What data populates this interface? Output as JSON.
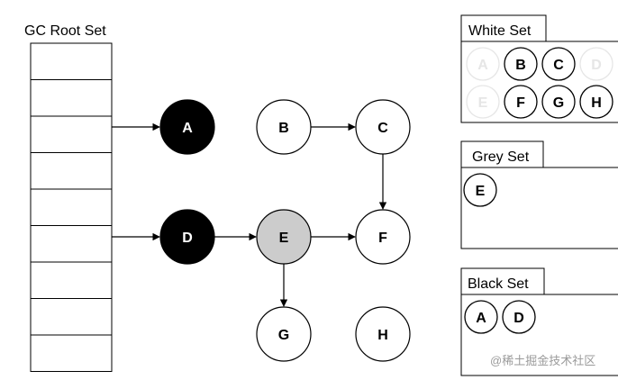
{
  "root_set": {
    "title": "GC Root Set",
    "slot_count": 9
  },
  "graph": {
    "nodes": [
      {
        "id": "A",
        "label": "A",
        "state": "black"
      },
      {
        "id": "B",
        "label": "B",
        "state": "white"
      },
      {
        "id": "C",
        "label": "C",
        "state": "white"
      },
      {
        "id": "D",
        "label": "D",
        "state": "black"
      },
      {
        "id": "E",
        "label": "E",
        "state": "grey"
      },
      {
        "id": "F",
        "label": "F",
        "state": "white"
      },
      {
        "id": "G",
        "label": "G",
        "state": "white"
      },
      {
        "id": "H",
        "label": "H",
        "state": "white"
      }
    ],
    "edges": [
      {
        "from": "root-3",
        "to": "A"
      },
      {
        "from": "root-6",
        "to": "D"
      },
      {
        "from": "B",
        "to": "C"
      },
      {
        "from": "C",
        "to": "F"
      },
      {
        "from": "D",
        "to": "E"
      },
      {
        "from": "E",
        "to": "F"
      },
      {
        "from": "E",
        "to": "G"
      }
    ]
  },
  "sets": {
    "white": {
      "title": "White Set",
      "items": [
        {
          "label": "A",
          "faded": true
        },
        {
          "label": "B",
          "faded": false
        },
        {
          "label": "C",
          "faded": false
        },
        {
          "label": "D",
          "faded": true
        },
        {
          "label": "E",
          "faded": true
        },
        {
          "label": "F",
          "faded": false
        },
        {
          "label": "G",
          "faded": false
        },
        {
          "label": "H",
          "faded": false
        }
      ]
    },
    "grey": {
      "title": "Grey Set",
      "items": [
        {
          "label": "E",
          "faded": false
        }
      ]
    },
    "black": {
      "title": "Black Set",
      "items": [
        {
          "label": "A",
          "faded": false
        },
        {
          "label": "D",
          "faded": false
        }
      ]
    }
  },
  "watermark": "@稀土掘金技术社区",
  "colors": {
    "stroke": "#000000",
    "black_fill": "#000000",
    "grey_fill": "#cccccc",
    "white_fill": "#ffffff",
    "faded": "#e6e6e6"
  }
}
